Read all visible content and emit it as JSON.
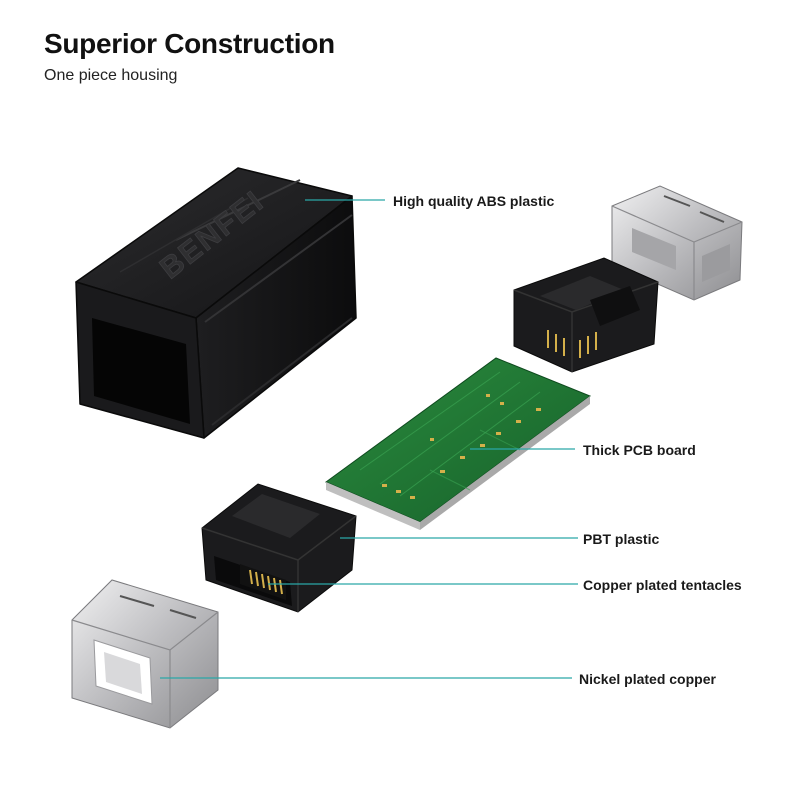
{
  "header": {
    "title": "Superior Construction",
    "subtitle": "One piece housing"
  },
  "callouts": {
    "abs": "High quality ABS plastic",
    "pcb": "Thick PCB board",
    "pbt": "PBT plastic",
    "copper": "Copper plated tentacles",
    "nickel": "Nickel plated copper"
  },
  "housing": {
    "brand": "BENFEI"
  },
  "colors": {
    "leader_line": "#2aa7a7",
    "housing": "#1c1c1e",
    "pcb_green": "#1f7a32",
    "gold": "#d4b04a",
    "metal": "#cfcfd1"
  }
}
